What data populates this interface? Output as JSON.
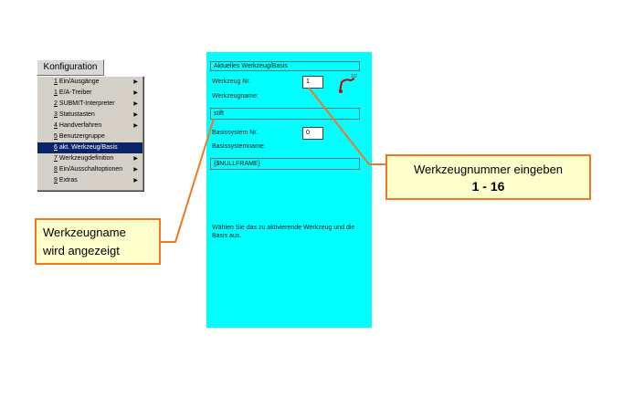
{
  "menu": {
    "button_label": "Konfiguration",
    "items": [
      {
        "num": "1",
        "label": "Ein/Ausgänge",
        "submenu": true,
        "selected": false
      },
      {
        "num": "1",
        "label": "E/A-Treiber",
        "submenu": true,
        "selected": false
      },
      {
        "num": "2",
        "label": "SUBMIT-Interpreter",
        "submenu": true,
        "selected": false
      },
      {
        "num": "3",
        "label": "Statustasten",
        "submenu": true,
        "selected": false
      },
      {
        "num": "4",
        "label": "Handverfahren",
        "submenu": true,
        "selected": false
      },
      {
        "num": "5",
        "label": "Benutzergruppe",
        "submenu": false,
        "selected": false
      },
      {
        "num": "6",
        "label": "akt. Werkzeug/Basis",
        "submenu": false,
        "selected": true
      },
      {
        "num": "7",
        "label": "Werkzeugdefinition",
        "submenu": true,
        "selected": false
      },
      {
        "num": "8",
        "label": "Ein/Ausschaltoptionen",
        "submenu": true,
        "selected": false
      },
      {
        "num": "9",
        "label": "Extras",
        "submenu": true,
        "selected": false
      }
    ]
  },
  "panel": {
    "title": "Aktuelles Werkzeug/Basis",
    "tool_nr_label": "Werkzeug Nr.",
    "tool_nr_value": "1",
    "tool_name_label": "Werkzeugname:",
    "tool_name_value": "stift",
    "base_nr_label": "Basissystem Nr.",
    "base_nr_value": "0",
    "base_name_label": "Basissystemname:",
    "base_name_value": "{$NULLFRAME}",
    "hint": "Wählen Sie das zu aktivierende Werkzeug und die Basis aus.",
    "tool_icon_label": "1/2",
    "background": "#00ffff"
  },
  "callouts": {
    "left_line1": "Werkzeugname",
    "left_line2": "wird angezeigt",
    "right_line1": "Werkzeugnummer eingeben",
    "right_line2": "1 - 16",
    "border_color": "#f07820",
    "fill_color": "#ffffcc"
  }
}
